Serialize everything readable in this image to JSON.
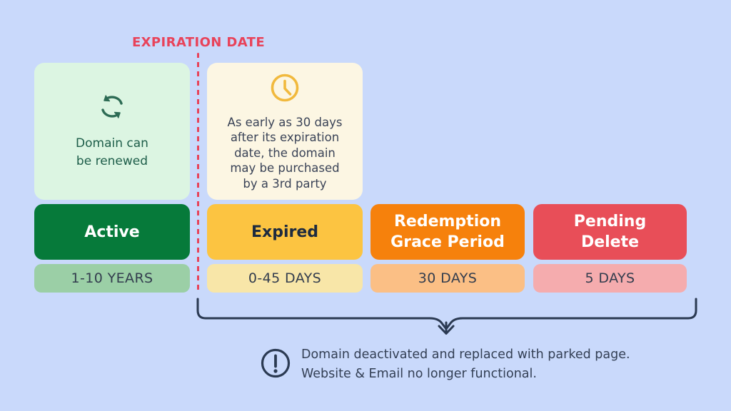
{
  "header": {
    "label": "EXPIRATION DATE"
  },
  "info_cards": [
    {
      "icon": "refresh-icon",
      "text": "Domain can\nbe renewed"
    },
    {
      "icon": "clock-icon",
      "text": "As early as 30 days\nafter its expiration\ndate, the domain\nmay be purchased\nby a 3rd party"
    }
  ],
  "stages": [
    {
      "label": "Active",
      "duration": "1-10 YEARS",
      "bar_color": "#067A3A",
      "label_color": "#FFFFFF",
      "duration_bg": "#9BCFA6"
    },
    {
      "label": "Expired",
      "duration": "0-45 DAYS",
      "bar_color": "#FCC441",
      "label_color": "#1E2B3F",
      "duration_bg": "#F8E6A8"
    },
    {
      "label": "Redemption\nGrace Period",
      "duration": "30 DAYS",
      "bar_color": "#F6810C",
      "label_color": "#FFFFFF",
      "duration_bg": "#FBBF85"
    },
    {
      "label": "Pending\nDelete",
      "duration": "5 DAYS",
      "bar_color": "#E84E58",
      "label_color": "#FFFFFF",
      "duration_bg": "#F5ACAE"
    }
  ],
  "footnote": {
    "line1": "Domain deactivated and replaced with parked page.",
    "line2": "Website & Email no longer functional."
  },
  "colors": {
    "background": "#C9D9FB",
    "accent_red": "#E8435A",
    "bracket_stroke": "#2B3A52",
    "card_renew_bg": "#DCF5E2",
    "card_renew_text": "#1D5D49",
    "card_purchase_bg": "#FCF6E3",
    "card_purchase_text": "#3A4357",
    "refresh_icon": "#2D6B54",
    "clock_icon": "#F1B93D",
    "duration_text": "#333D4E",
    "footnote_text": "#333F54"
  }
}
